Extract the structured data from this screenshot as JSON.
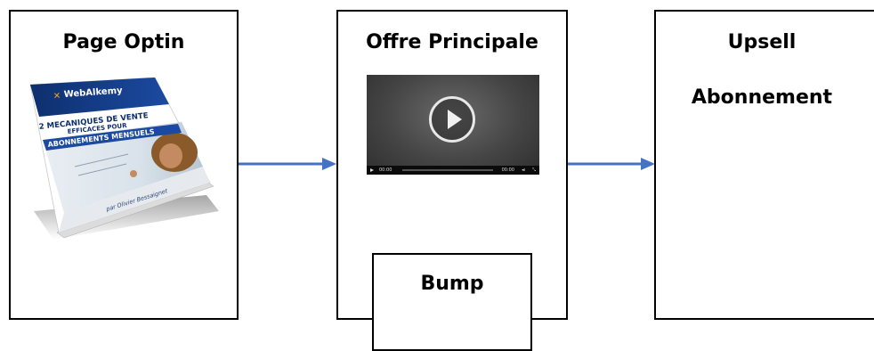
{
  "nodes": {
    "optin": {
      "title": "Page Optin"
    },
    "offre": {
      "title": "Offre Principale"
    },
    "upsell": {
      "title": "Upsell",
      "subtitle": "Abonnement"
    },
    "bump": {
      "title": "Bump"
    }
  },
  "ebook": {
    "brand": "WebAlkemy",
    "line1": "2 MECANIQUES DE VENTE",
    "line2": "EFFICACES POUR",
    "line3": "ABONNEMENTS MENSUELS",
    "author": "par Olivier Bessaignet"
  },
  "video": {
    "time_start": "00:00",
    "time_end": "00:00",
    "icon": "play-icon"
  },
  "colors": {
    "arrow": "#4472c4",
    "border": "#000000"
  }
}
